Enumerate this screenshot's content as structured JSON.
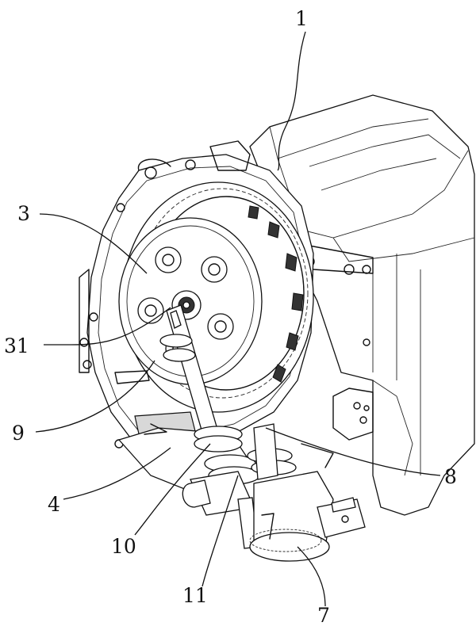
{
  "labels": [
    {
      "id": "1",
      "text": "1"
    },
    {
      "id": "3",
      "text": "3"
    },
    {
      "id": "31",
      "text": "31"
    },
    {
      "id": "9",
      "text": "9"
    },
    {
      "id": "4",
      "text": "4"
    },
    {
      "id": "10",
      "text": "10"
    },
    {
      "id": "11",
      "text": "11"
    },
    {
      "id": "7",
      "text": "7"
    },
    {
      "id": "8",
      "text": "8"
    }
  ]
}
